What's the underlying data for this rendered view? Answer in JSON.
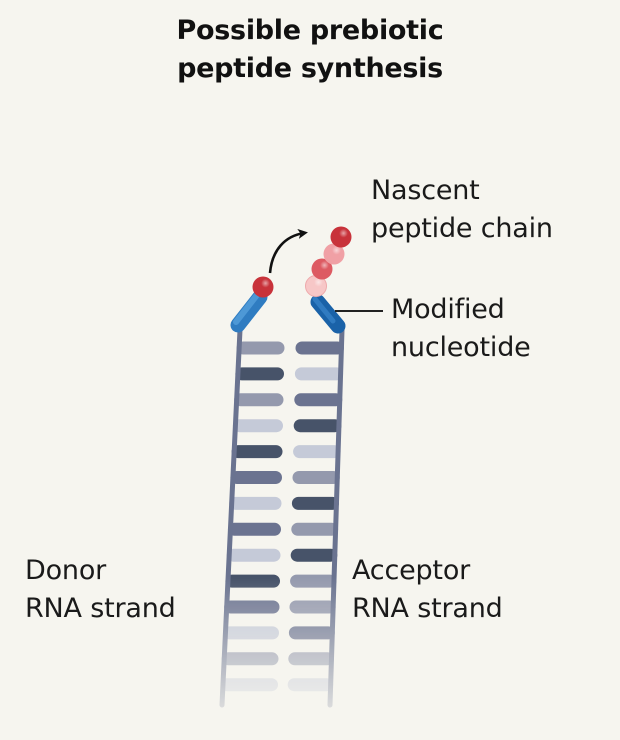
{
  "title": {
    "line1": "Possible prebiotic",
    "line2": "peptide synthesis"
  },
  "labels": {
    "nascent": {
      "line1": "Nascent",
      "line2": "peptide chain"
    },
    "modified": {
      "line1": "Modified",
      "line2": "nucleotide"
    },
    "donor": {
      "line1": "Donor",
      "line2": "RNA strand"
    },
    "acceptor": {
      "line1": "Acceptor",
      "line2": "RNA strand"
    }
  },
  "colors": {
    "background": "#f6f5ef",
    "backbone": "#6a7390",
    "donor_cap": "#3f8fd0",
    "acceptor_cap": "#1f6db5",
    "amino_acid_dark": "#c8323a",
    "amino_acid_mid": "#dd5a62",
    "amino_acid_light": "#f0a0a5",
    "amino_acid_pale": "#f7c7c7",
    "leader_line": "#222222",
    "arrow": "#111111"
  },
  "rung_palette": {
    "D": "#475369",
    "M": "#6b7390",
    "G": "#9499ad",
    "L": "#c5cad8"
  },
  "ladder": {
    "rows": [
      {
        "left": "G",
        "right": "M"
      },
      {
        "left": "D",
        "right": "L"
      },
      {
        "left": "G",
        "right": "M"
      },
      {
        "left": "L",
        "right": "D"
      },
      {
        "left": "D",
        "right": "L"
      },
      {
        "left": "M",
        "right": "G"
      },
      {
        "left": "L",
        "right": "D"
      },
      {
        "left": "M",
        "right": "G"
      },
      {
        "left": "L",
        "right": "D"
      },
      {
        "left": "D",
        "right": "G"
      },
      {
        "left": "M",
        "right": "G"
      },
      {
        "left": "L",
        "right": "M"
      },
      {
        "left": "G",
        "right": "G"
      },
      {
        "left": "L",
        "right": "L"
      }
    ]
  },
  "peptide_chain": {
    "residues": [
      "pale",
      "mid",
      "light",
      "dark"
    ]
  }
}
